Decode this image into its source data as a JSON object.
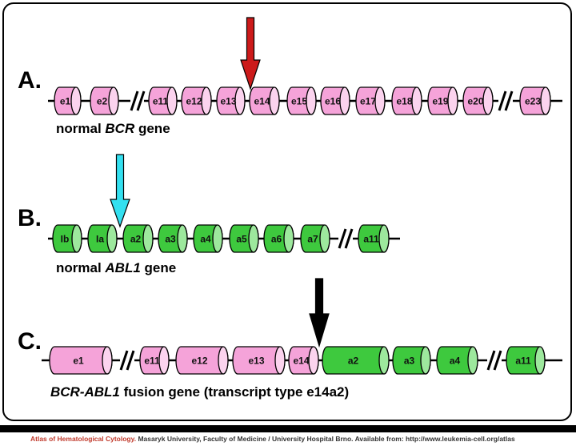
{
  "rows": [
    {
      "id": "A",
      "label": "A.",
      "caption_prefix": "normal ",
      "caption_gene": "BCR",
      "caption_suffix": " gene",
      "exons": [
        {
          "name": "e1",
          "color": "pink"
        },
        {
          "name": "e2",
          "color": "pink"
        },
        {
          "break": true
        },
        {
          "name": "e11",
          "color": "pink"
        },
        {
          "name": "e12",
          "color": "pink"
        },
        {
          "name": "e13",
          "color": "pink"
        },
        {
          "name": "e14",
          "color": "pink"
        },
        {
          "name": "e15",
          "color": "pink"
        },
        {
          "name": "e16",
          "color": "pink"
        },
        {
          "name": "e17",
          "color": "pink"
        },
        {
          "name": "e18",
          "color": "pink"
        },
        {
          "name": "e19",
          "color": "pink"
        },
        {
          "name": "e20",
          "color": "pink"
        },
        {
          "break": true
        },
        {
          "name": "e23",
          "color": "pink"
        }
      ],
      "arrow_color": "#cc1a1a",
      "arrow_after": "e13"
    },
    {
      "id": "B",
      "label": "B.",
      "caption_prefix": "normal ",
      "caption_gene": "ABL1",
      "caption_suffix": " gene",
      "exons": [
        {
          "name": "Ib",
          "color": "green"
        },
        {
          "name": "Ia",
          "color": "green"
        },
        {
          "name": "a2",
          "color": "green"
        },
        {
          "name": "a3",
          "color": "green"
        },
        {
          "name": "a4",
          "color": "green"
        },
        {
          "name": "a5",
          "color": "green"
        },
        {
          "name": "a6",
          "color": "green"
        },
        {
          "name": "a7",
          "color": "green"
        },
        {
          "break": true
        },
        {
          "name": "a11",
          "color": "green"
        }
      ],
      "arrow_color": "#33e0f0",
      "arrow_after": "Ia"
    },
    {
      "id": "C",
      "label": "C.",
      "caption_prefix": "",
      "caption_gene": "BCR-ABL1",
      "caption_suffix": " fusion gene (transcript type e14a2)",
      "exons": [
        {
          "name": "e1",
          "color": "pink"
        },
        {
          "break": true
        },
        {
          "name": "e11",
          "color": "pink"
        },
        {
          "name": "e12",
          "color": "pink"
        },
        {
          "name": "e13",
          "color": "pink"
        },
        {
          "name": "e14",
          "color": "pink"
        },
        {
          "name": "a2",
          "color": "green"
        },
        {
          "name": "a3",
          "color": "green"
        },
        {
          "name": "a4",
          "color": "green"
        },
        {
          "break": true
        },
        {
          "name": "a11",
          "color": "green"
        }
      ],
      "arrow_color": "#000000",
      "arrow_after": "e14"
    }
  ],
  "colors": {
    "pink": "#f5a3d9",
    "pink_cap": "#fbd3ee",
    "green": "#3ec93e",
    "green_cap": "#9de89d"
  },
  "footer": {
    "atlas": "Atlas of Hematological Cytology.",
    "rest": " Masaryk University, Faculty of Medicine / University Hospital Brno. Available from: http://www.leukemia-cell.org/atlas"
  }
}
